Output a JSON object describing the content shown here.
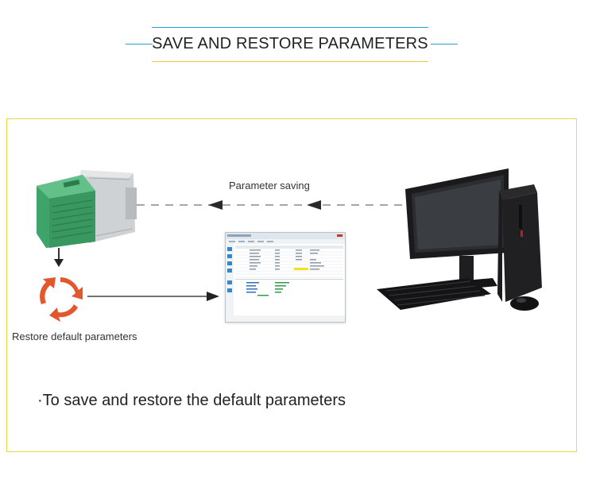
{
  "title": "SAVE AND RESTORE PARAMETERS",
  "labels": {
    "parameter_saving": "Parameter saving",
    "restore_default": "Restore default parameters"
  },
  "bullet": "·To save and restore the default parameters",
  "colors": {
    "title_line": "#2e9ed6",
    "accent_yellow": "#f0d548",
    "motor_green": "#3fa46a",
    "restore_orange": "#e2572b"
  },
  "icons": {
    "motor": "servo-motor-icon",
    "computer": "desktop-computer-icon",
    "software": "software-window-icon",
    "restore": "restore-cycle-icon"
  }
}
